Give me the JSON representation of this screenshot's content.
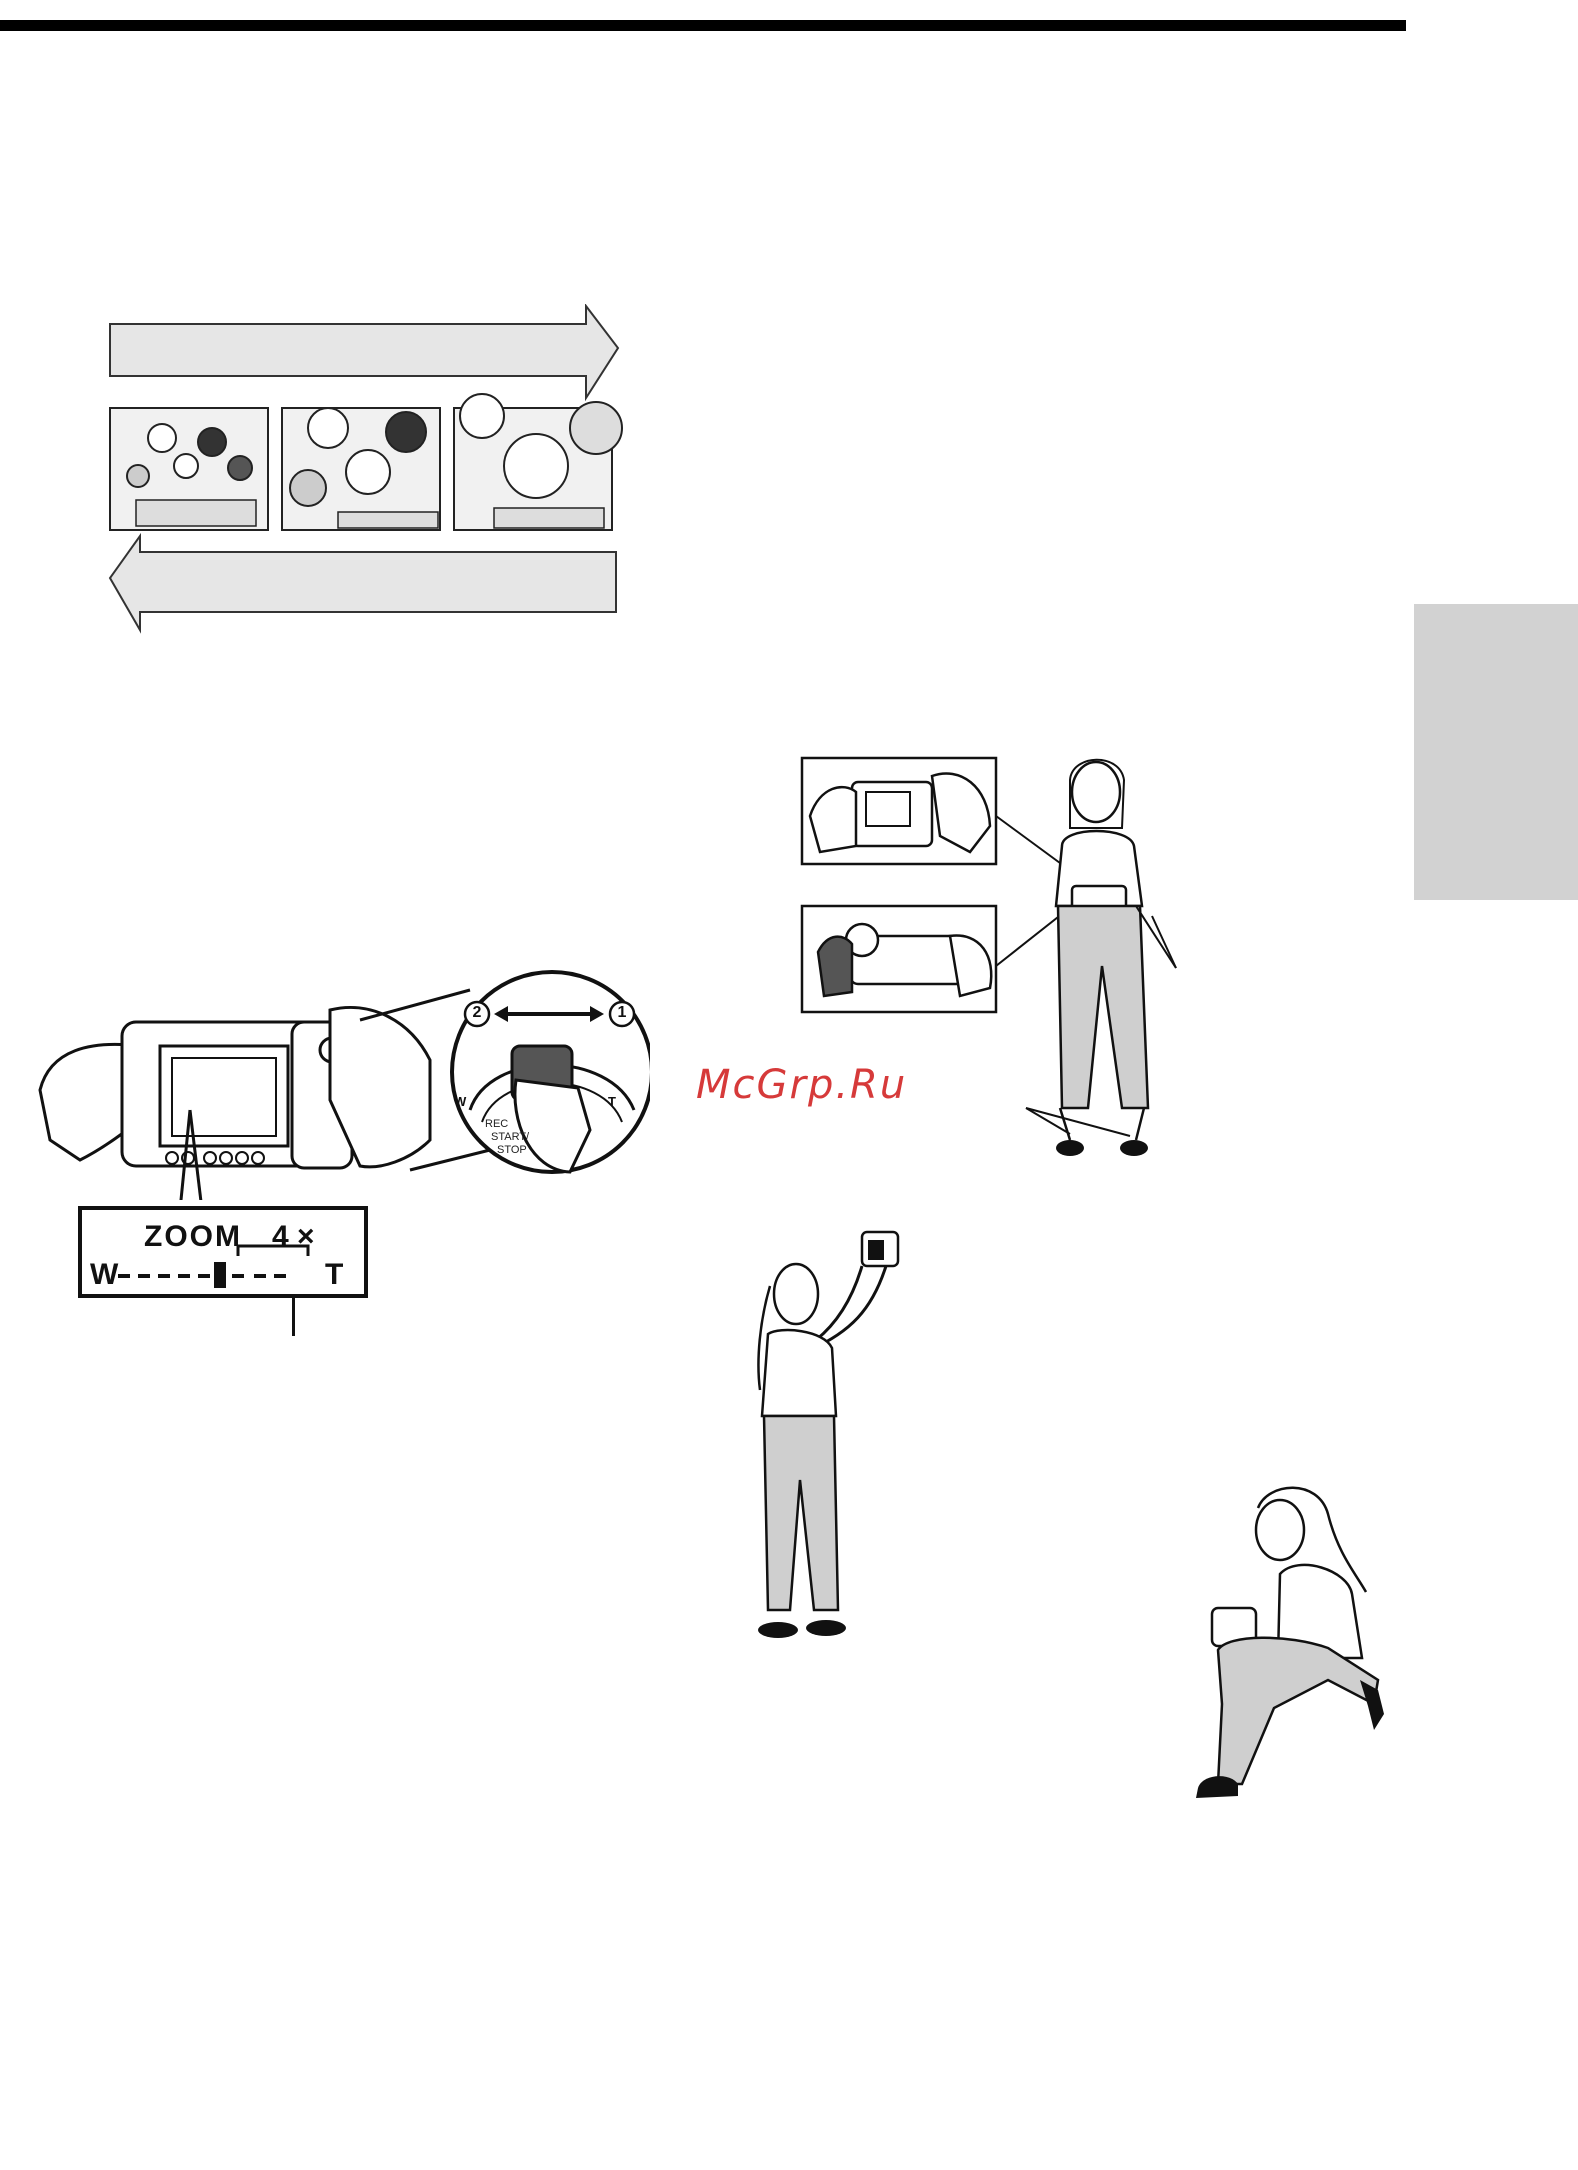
{
  "zoom_panel": {
    "label": "ZOOM",
    "magnification": "4 ×",
    "wide_label": "W",
    "tele_label": "T"
  },
  "zoom_dial": {
    "marker_2": "2",
    "marker_1": "1",
    "wide_label": "W",
    "tele_label": "T",
    "rec_label_line1": "REC",
    "rec_label_line2": "START/",
    "rec_label_line3": "STOP"
  },
  "watermark": "McGrp.Ru"
}
